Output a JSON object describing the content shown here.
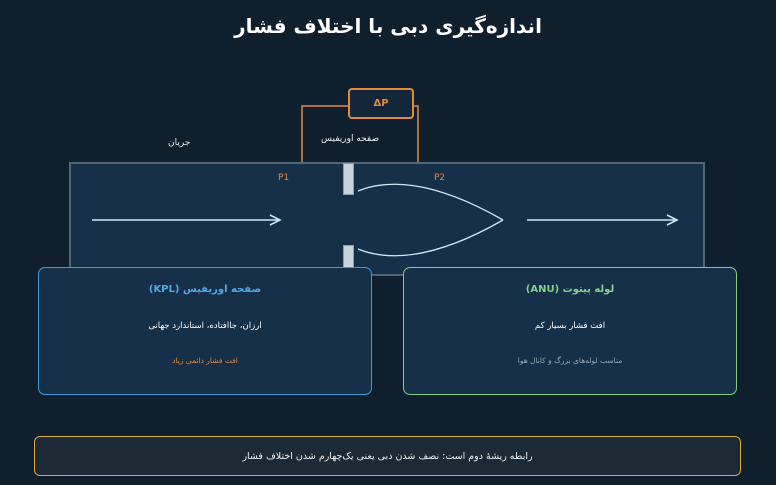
{
  "title": "اندازه‌گیری دبی با اختلاف فشار",
  "diagram": {
    "flow_label": "جریان",
    "orifice_label": "صفحه اوریفیس",
    "dp_label": "ΔP",
    "p1_label": "P1",
    "p2_label": "P2",
    "colors": {
      "accent_orange": "#e08a3c",
      "pipe_fill": "#16304a",
      "arrow": "#cfe6f5"
    }
  },
  "cards": {
    "left": {
      "title": "صفحه اوریفیس (KPL)",
      "line1": "ارزان، جاافتاده، استاندارد جهانی",
      "line2": "افت فشار دائمی زیاد",
      "color": "#3f9ad8"
    },
    "right": {
      "title": "لوله پیتوت (ANU)",
      "line1": "افت فشار بسیار کم",
      "line2": "مناسب لوله‌های بزرگ و کانال هوا",
      "color": "#7fcf84"
    }
  },
  "note": {
    "text": "رابطه ریشهٔ دوم است: نصف شدن دبی یعنی یک‌چهارم شدن اختلاف فشار",
    "color": "#d9a93c"
  }
}
